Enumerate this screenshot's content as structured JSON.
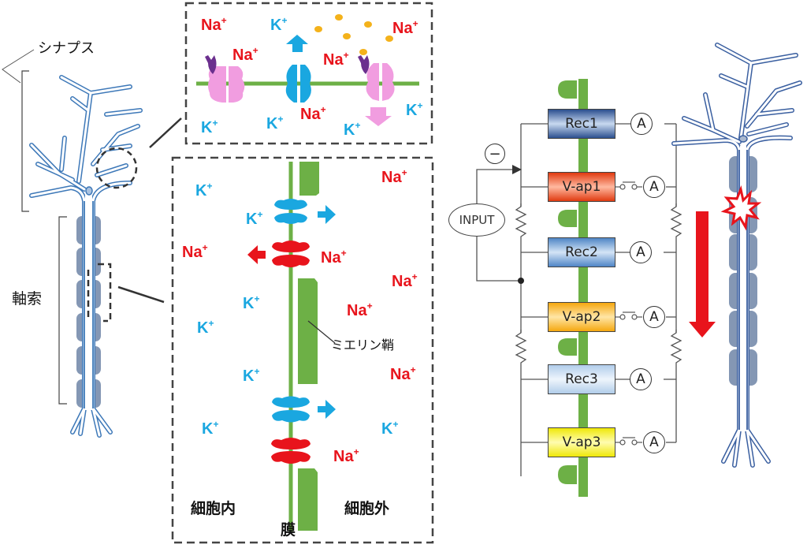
{
  "labels": {
    "synapse": "シナプス",
    "axon": "軸索",
    "myelin_sheath": "ミエリン鞘",
    "intracellular": "細胞内",
    "extracellular": "細胞外",
    "membrane": "膜"
  },
  "ions": {
    "na": "Na",
    "k": "K",
    "plus": "+"
  },
  "circuit": {
    "input": "INPUT",
    "inhibit_symbol": "−",
    "ammeter": "A",
    "components": [
      {
        "label": "Rec1",
        "type": "receptor",
        "color": "#3a64a8",
        "has_switch": false
      },
      {
        "label": "V-ap1",
        "type": "voltage-gated",
        "color": "#ec4a1c",
        "has_switch": true
      },
      {
        "label": "Rec2",
        "type": "receptor",
        "color": "#5b8fcf",
        "has_switch": false
      },
      {
        "label": "V-ap2",
        "type": "voltage-gated",
        "color": "#f5b018",
        "has_switch": true
      },
      {
        "label": "Rec3",
        "type": "receptor",
        "color": "#b9d3ee",
        "has_switch": false
      },
      {
        "label": "V-ap3",
        "type": "voltage-gated",
        "color": "#f2ee1a",
        "has_switch": true
      }
    ]
  },
  "colors": {
    "neuron_outline": "#3d78b8",
    "myelin_gray": "#6f86a8",
    "membrane_green": "#6db046",
    "sodium_red": "#e8141c",
    "potassium_blue": "#1aa7e0",
    "pump_pink": "#f19de0",
    "receptor_purple": "#6b2f8e",
    "ligand_yellow": "#f4b21b",
    "signal_arrow": "#e8141c"
  }
}
